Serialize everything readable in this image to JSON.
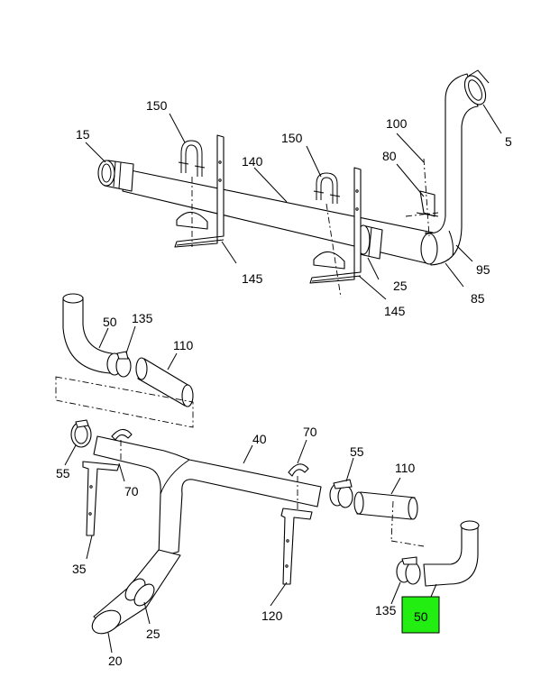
{
  "callouts": {
    "c5": "5",
    "c15": "15",
    "c20": "20",
    "c25_top": "25",
    "c25_bottom": "25",
    "c35": "35",
    "c40": "40",
    "c50_left": "50",
    "c50_highlight": "50",
    "c55_left": "55",
    "c55_right": "55",
    "c70_left": "70",
    "c70_right": "70",
    "c80": "80",
    "c85": "85",
    "c95": "95",
    "c100": "100",
    "c110_left": "110",
    "c110_right": "110",
    "c120": "120",
    "c135_left": "135",
    "c135_right": "135",
    "c140": "140",
    "c145_left": "145",
    "c145_right": "145",
    "c150_left": "150",
    "c150_right": "150"
  },
  "colors": {
    "highlight": "#22ee11",
    "line": "#000000",
    "background": "#ffffff"
  }
}
